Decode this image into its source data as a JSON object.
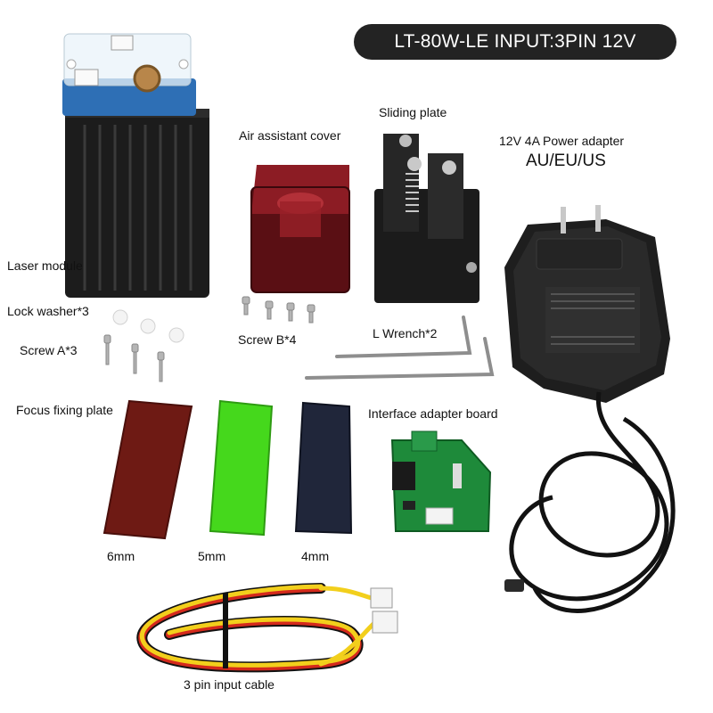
{
  "title": "LT-80W-LE INPUT:3PIN 12V",
  "labels": {
    "laser_module": "Laser module",
    "air_cover": "Air assistant cover",
    "sliding_plate": "Sliding plate",
    "power_adapter": "12V 4A Power adapter",
    "plug_regions": "AU/EU/US",
    "lock_washer": "Lock washer*3",
    "screw_a": "Screw A*3",
    "screw_b": "Screw B*4",
    "l_wrench": "L Wrench*2",
    "focus_plate": "Focus fixing plate",
    "interface_board": "Interface adapter board",
    "plate_6mm": "6mm",
    "plate_5mm": "5mm",
    "plate_4mm": "4mm",
    "input_cable": "3 pin input cable"
  },
  "colors": {
    "title_bg": "#232323",
    "plate_red": "#6e1a14",
    "plate_green": "#45d81c",
    "plate_dark": "#20263a",
    "cable_yellow": "#f2cf1c",
    "board_green": "#1e8a3a"
  }
}
